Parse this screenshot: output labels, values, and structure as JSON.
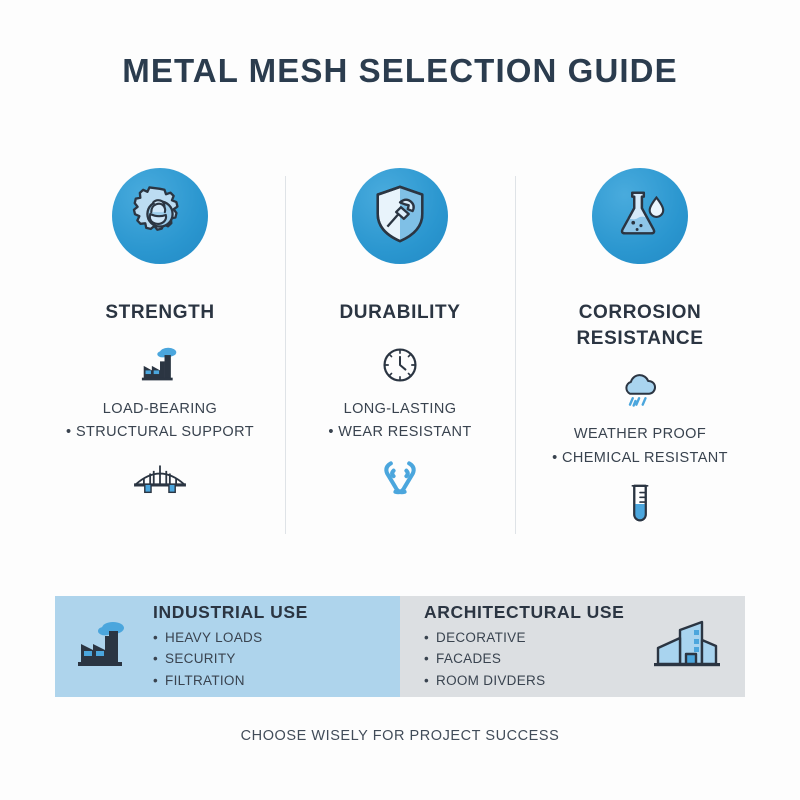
{
  "page": {
    "title": "METAL MESH SELECTION GUIDE",
    "footer": "CHOOSE WISELY FOR PROJECT SUCCESS"
  },
  "colors": {
    "accent_blue": "#2a96cf",
    "light_blue_panel": "#aed4ec",
    "gray_panel": "#dcdfe2",
    "title_text": "#2b3c4e",
    "body_text": "#39434f",
    "divider": "#dfe3e7"
  },
  "columns": [
    {
      "id": "strength",
      "title": "STRENGTH",
      "badge_icon": "gear-bicep-icon",
      "sub_icon_top": "factory-icon",
      "sub_icon_bottom": "bridge-icon",
      "line1": "LOAD-BEARING",
      "line2": "• STRUCTURAL SUPPORT"
    },
    {
      "id": "durability",
      "title": "DURABILITY",
      "badge_icon": "shield-hammer-icon",
      "sub_icon_top": "clock-icon",
      "sub_icon_bottom": "chain-links-icon",
      "line1": "LONG-LASTING",
      "line2": "• WEAR RESISTANT"
    },
    {
      "id": "corrosion-resistance",
      "title": "CORROSION RESISTANCE",
      "badge_icon": "flask-droplet-icon",
      "sub_icon_top": "rain-cloud-icon",
      "sub_icon_bottom": "test-tube-icon",
      "line1": "WEATHER PROOF",
      "line2": "• CHEMICAL RESISTANT"
    }
  ],
  "panels": [
    {
      "id": "industrial",
      "title": "INDUSTRIAL USE",
      "icon": "factory-icon",
      "items": [
        "HEAVY LOADS",
        "SECURITY",
        "FILTRATION"
      ]
    },
    {
      "id": "architectural",
      "title": "ARCHITECTURAL USE",
      "icon": "building-icon",
      "items": [
        "DECORATIVE",
        "FACADES",
        "ROOM DIVDERS"
      ]
    }
  ]
}
